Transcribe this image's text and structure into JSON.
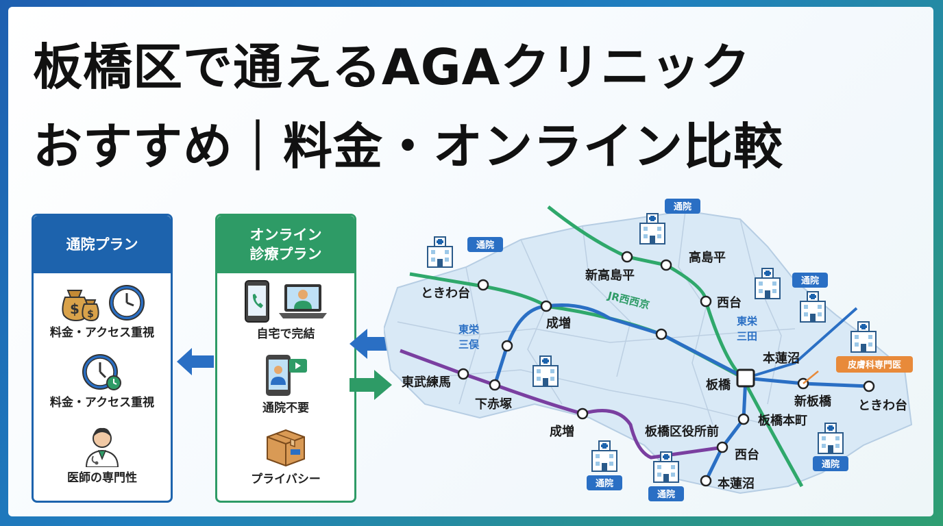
{
  "title": {
    "line1": "板橋区で通えるAGAクリニック",
    "line2": "おすすめ｜料金・オンライン比較"
  },
  "colors": {
    "clinic_blue": "#1d63ad",
    "online_green": "#2e9b66",
    "line_green": "#2fa86b",
    "line_blue": "#2a6fc4",
    "line_purple": "#7a3fa0",
    "derm_orange": "#e88a3a"
  },
  "cards": {
    "clinic": {
      "title": "通院プラン",
      "features": [
        {
          "label": "料金・アクセス重視",
          "icons": [
            "money-bag-icon",
            "clock-icon"
          ]
        },
        {
          "label": "料金・アクセス重視",
          "icons": [
            "clock-icon"
          ]
        },
        {
          "label": "医師の専門性",
          "icons": [
            "doctor-icon"
          ]
        }
      ]
    },
    "online": {
      "title": "オンライン\n診療プラン",
      "title_line1": "オンライン",
      "title_line2": "診療プラン",
      "features": [
        {
          "label": "自宅で完結",
          "icons": [
            "smartphone-call-icon",
            "laptop-video-icon"
          ]
        },
        {
          "label": "通院不要",
          "icons": [
            "smartphone-video-icon"
          ]
        },
        {
          "label": "プライバシー",
          "icons": [
            "package-box-icon"
          ]
        }
      ]
    }
  },
  "map": {
    "line_labels": {
      "jr": "JR西西京",
      "tobu_mita_left_1": "東栄",
      "tobu_mita_left_2": "三俣",
      "tobu_mita_right_1": "東栄",
      "tobu_mita_right_2": "三田"
    },
    "stations": {
      "tokiwadai_left": "ときわ台",
      "shin_takashimadaira": "新高島平",
      "takashimadaira": "高島平",
      "nishidai_upper": "西台",
      "narimasu_upper": "成増",
      "honhasunuma_upper": "本蓮沼",
      "tobu_nerima": "東武練馬",
      "shimo_akatsuka": "下赤塚",
      "itabashi": "板橋",
      "shin_itabashi": "新板橋",
      "tokiwadai_right": "ときわ台",
      "narimasu_lower": "成増",
      "kuyakusho": "板橋区役所前",
      "itabashi_honcho": "板橋本町",
      "nishidai_lower": "西台",
      "honhasunuma_lower": "本蓮沼"
    },
    "badges": {
      "tsuin": "通院",
      "derm": "皮膚科専門医"
    }
  }
}
